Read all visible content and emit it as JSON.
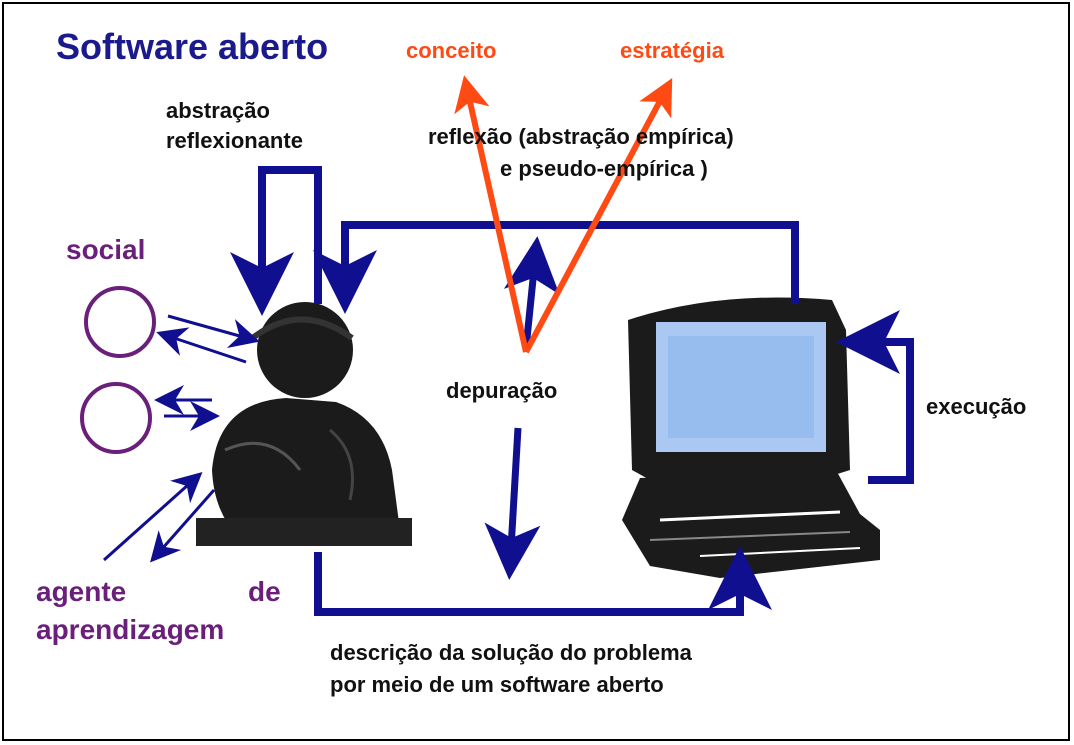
{
  "title": "Software  aberto",
  "labels": {
    "conceito": "conceito",
    "estrategia": "estratégia",
    "abstracao_line1": "abstração",
    "abstracao_line2": "reflexionante",
    "reflexao_line1": "reflexão  (abstração empírica)",
    "reflexao_line2": "e pseudo-empírica )",
    "social": "social",
    "depuracao": "depuração",
    "execucao": "execução",
    "agente": "agente",
    "de": "de",
    "aprendizagem": "aprendizagem",
    "descricao_line1": "descrição da solução  do problema",
    "descricao_line2": "por meio de um  software  aberto"
  },
  "colors": {
    "title": "#1a1a8c",
    "flow_arrows": "#0f0f8f",
    "reflection_arrows": "#ff4a14",
    "purple": "#6a1f7a"
  },
  "icons": [
    "person-icon",
    "computer-icon",
    "social-circle-icon"
  ]
}
